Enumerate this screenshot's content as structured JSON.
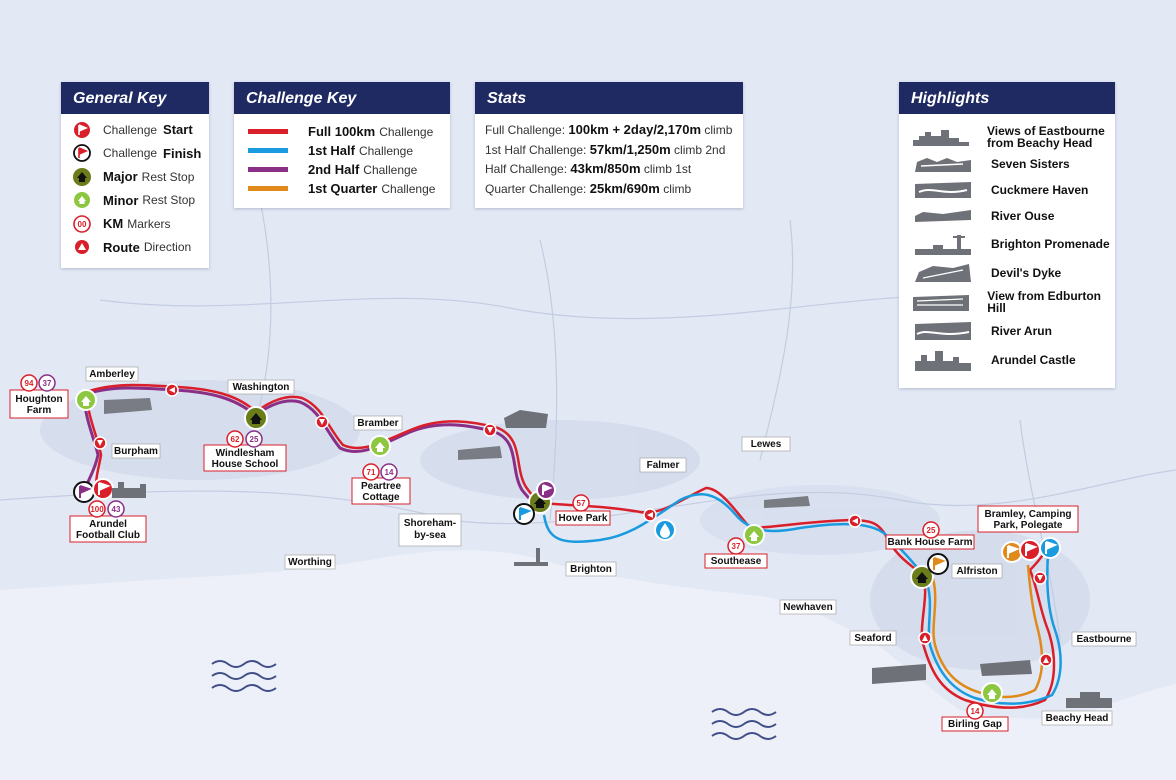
{
  "colors": {
    "full": "#d91f2a",
    "first_half": "#1a9be0",
    "second_half": "#8a2f86",
    "first_quarter": "#e08a1c",
    "major_stop": "#6a7d1a",
    "minor_stop": "#8dc63f",
    "header_bg": "#1f2a63"
  },
  "general_key": {
    "title": "General Key",
    "items": [
      {
        "icon": "start-flag-icon",
        "pre": "Challenge",
        "bold": "Start",
        "post": ""
      },
      {
        "icon": "finish-flag-icon",
        "pre": "Challenge",
        "bold": "Finish",
        "post": ""
      },
      {
        "icon": "major-rest-stop-icon",
        "pre": "",
        "bold": "Major",
        "post": "Rest Stop"
      },
      {
        "icon": "minor-rest-stop-icon",
        "pre": "",
        "bold": "Minor",
        "post": "Rest Stop"
      },
      {
        "icon": "km-marker-icon",
        "icon_text": "00",
        "pre": "",
        "bold": "KM",
        "post": "Markers"
      },
      {
        "icon": "route-direction-icon",
        "pre": "",
        "bold": "Route",
        "post": "Direction"
      }
    ]
  },
  "challenge_key": {
    "title": "Challenge Key",
    "items": [
      {
        "color": "#d91f2a",
        "bold": "Full 100km",
        "post": "Challenge"
      },
      {
        "color": "#1a9be0",
        "bold": "1st Half",
        "post": "Challenge"
      },
      {
        "color": "#8a2f86",
        "bold": "2nd Half",
        "post": "Challenge"
      },
      {
        "color": "#e08a1c",
        "bold": "1st Quarter",
        "post": "Challenge"
      }
    ]
  },
  "stats": {
    "title": "Stats",
    "rows": [
      {
        "pre": "Full Challenge:",
        "bold": "100km + 2day/2,170m",
        "post": "climb"
      },
      {
        "pre": "1st Half Challenge:",
        "bold": "57km/1,250m",
        "post": "climb 2nd"
      },
      {
        "pre": "Half Challenge:",
        "bold": "43km/850m",
        "post": "climb 1st"
      },
      {
        "pre": "Quarter Challenge:",
        "bold": "25km/690m",
        "post": "climb"
      }
    ]
  },
  "highlights": {
    "title": "Highlights",
    "items": [
      {
        "icon": "eastbourne-skyline-icon",
        "label": "Views of Eastbourne from Beachy Head"
      },
      {
        "icon": "seven-sisters-icon",
        "label": "Seven Sisters"
      },
      {
        "icon": "cuckmere-haven-icon",
        "label": "Cuckmere Haven"
      },
      {
        "icon": "river-ouse-icon",
        "label": "River Ouse"
      },
      {
        "icon": "brighton-promenade-icon",
        "label": "Brighton Promenade"
      },
      {
        "icon": "devils-dyke-icon",
        "label": "Devil's Dyke"
      },
      {
        "icon": "edburton-hill-icon",
        "label": "View from Edburton Hill"
      },
      {
        "icon": "river-arun-icon",
        "label": "River Arun"
      },
      {
        "icon": "arundel-castle-icon",
        "label": "Arundel Castle"
      }
    ]
  },
  "places": {
    "amberley": "Amberley",
    "houghton_farm": "Houghton Farm",
    "burpham": "Burpham",
    "arundel_fc": "Arundel Football Club",
    "washington": "Washington",
    "windlesham": "Windlesham House School",
    "bramber": "Bramber",
    "peartree": "Peartree Cottage",
    "shoreham": "Shoreham-by-sea",
    "worthing": "Worthing",
    "hove_park": "Hove Park",
    "brighton": "Brighton",
    "falmer": "Falmer",
    "lewes": "Lewes",
    "southease": "Southease",
    "newhaven": "Newhaven",
    "seaford": "Seaford",
    "bank_house": "Bank House Farm",
    "alfriston": "Alfriston",
    "bramley": "Bramley, Camping Park, Polegate",
    "eastbourne": "Eastbourne",
    "beachy_head": "Beachy Head",
    "birling_gap": "Birling Gap"
  },
  "km_markers": {
    "houghton_a": "94",
    "houghton_b": "37",
    "arundel_a": "100",
    "arundel_b": "43",
    "windlesham_a": "62",
    "windlesham_b": "25",
    "peartree_a": "71",
    "peartree_b": "14",
    "hove": "57",
    "southease": "37",
    "bank_house": "25",
    "birling": "14"
  }
}
